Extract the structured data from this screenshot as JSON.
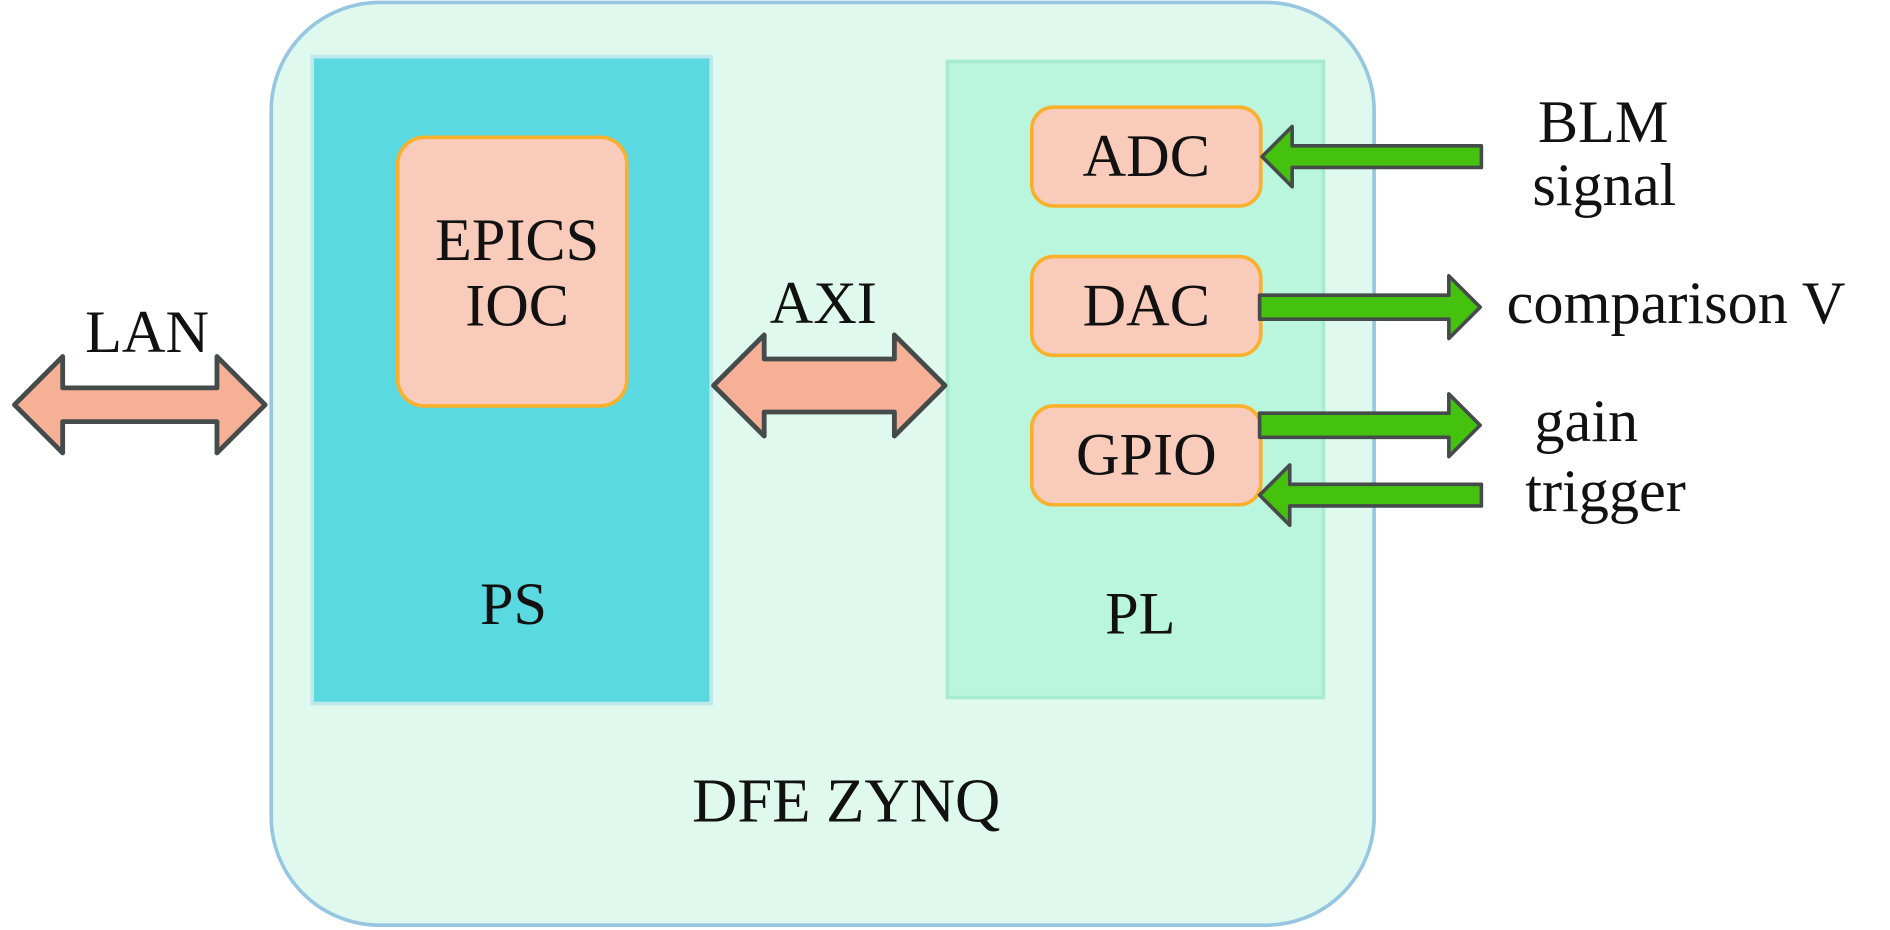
{
  "diagram": {
    "container": {
      "label": "DFE ZYNQ"
    },
    "ps": {
      "label": "PS",
      "module": {
        "line1": "EPICS",
        "line2": "IOC"
      }
    },
    "pl": {
      "label": "PL",
      "modules": {
        "adc": "ADC",
        "dac": "DAC",
        "gpio": "GPIO"
      }
    },
    "links": {
      "lan": "LAN",
      "axi": "AXI"
    },
    "signals": {
      "blm_line1": "BLM",
      "blm_line2": "signal",
      "comparison": "comparison V",
      "gain": "gain",
      "trigger": "trigger"
    },
    "colors": {
      "container_fill": "#dff9ee",
      "container_stroke": "#97c6e0",
      "ps_fill": "#5ad9e0",
      "pl_fill": "#baf5dd",
      "module_fill": "#f8cbbb",
      "module_stroke": "#fbb02c",
      "bus_arrow_fill": "#f5b096",
      "signal_arrow_fill": "#44c20e",
      "arrow_stroke": "#444b4a"
    }
  }
}
